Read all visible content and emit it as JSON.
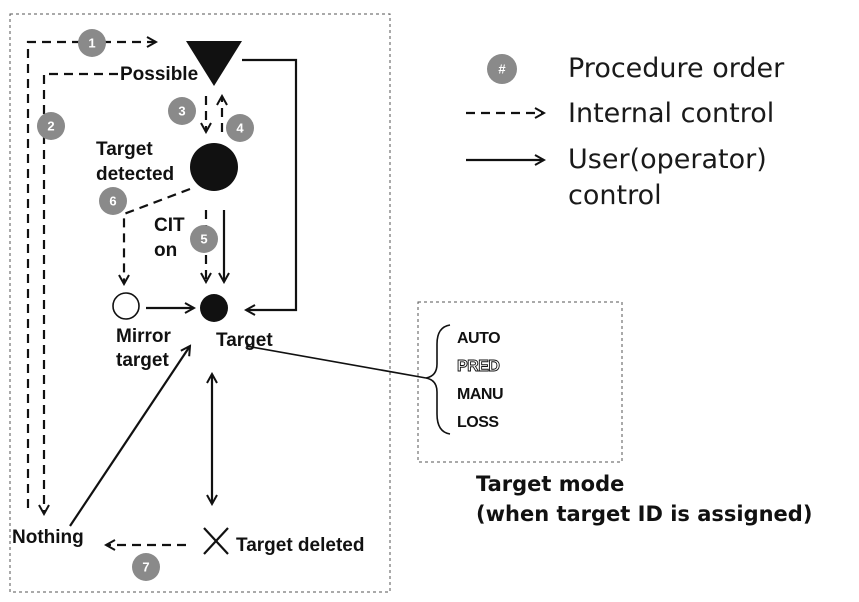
{
  "badges": {
    "one": "1",
    "two": "2",
    "three": "3",
    "four": "4",
    "five": "5",
    "six": "6",
    "seven": "7",
    "legend": "#"
  },
  "states": {
    "possible": "Possible",
    "target_detected_line1": "Target",
    "target_detected_line2": "detected",
    "cit_line1": "CIT",
    "cit_line2": "on",
    "mirror_target_line1": "Mirror",
    "mirror_target_line2": "target",
    "target": "Target",
    "nothing": "Nothing",
    "target_deleted": "Target deleted"
  },
  "legend": {
    "procedure_order": "Procedure order",
    "internal_control": "Internal control",
    "user_control_line1": "User(operator)",
    "user_control_line2": "control"
  },
  "target_modes": {
    "items": [
      "AUTO",
      "PRED",
      "MANU",
      "LOSS"
    ],
    "title_line1": "Target mode",
    "title_line2": "(when target ID is assigned)"
  }
}
